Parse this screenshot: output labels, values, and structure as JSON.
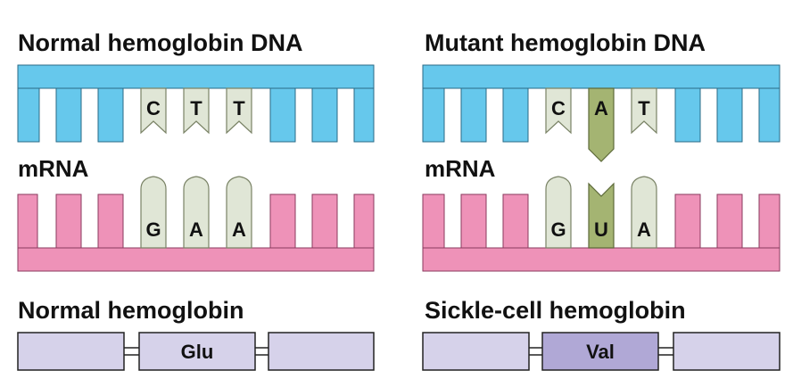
{
  "colors": {
    "dna": "#66c8ec",
    "rna": "#ee92b8",
    "base_pale": "#e0e6d6",
    "base_mutant": "#a4b472",
    "base_stroke": "#7a8366",
    "protein": "#d6d2ea",
    "protein_highlight": "#b0a8d6",
    "protein_stroke": "#222222"
  },
  "normal": {
    "dna_title": "Normal hemoglobin DNA",
    "mrna_label": "mRNA",
    "dna_bases": [
      "C",
      "T",
      "T"
    ],
    "mrna_bases": [
      "G",
      "A",
      "A"
    ],
    "protein_title": "Normal hemoglobin",
    "amino_acid": "Glu"
  },
  "mutant": {
    "dna_title": "Mutant hemoglobin DNA",
    "mrna_label": "mRNA",
    "dna_bases": [
      "C",
      "A",
      "T"
    ],
    "mrna_bases": [
      "G",
      "U",
      "A"
    ],
    "protein_title": "Sickle-cell hemoglobin",
    "amino_acid": "Val"
  }
}
